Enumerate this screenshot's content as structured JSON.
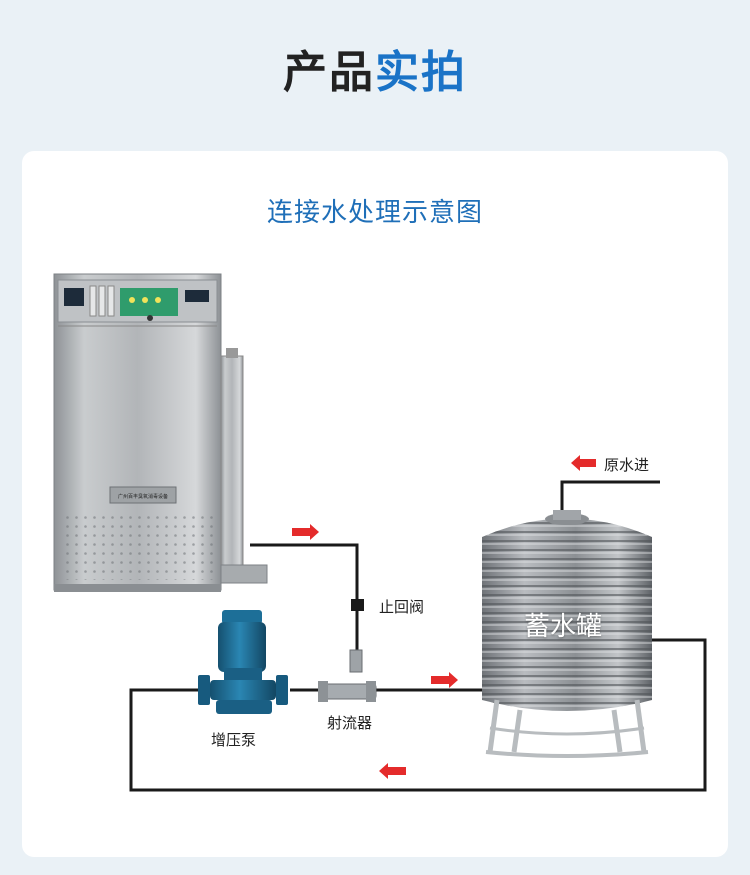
{
  "header": {
    "title_part1": "产品",
    "title_part2": "实拍"
  },
  "diagram": {
    "title": "连接水处理示意图",
    "labels": {
      "check_valve": "止回阀",
      "raw_water_in": "原水进",
      "storage_tank": "蓄水罐",
      "ejector": "射流器",
      "booster_pump": "增压泵"
    },
    "machine_plate": "广州百丰臭氧消毒设备"
  },
  "colors": {
    "accent": "#1a73c7",
    "flow_arrow": "#e42b2b",
    "pipe": "#1a1a1a",
    "pump": "#1f6f9a"
  }
}
